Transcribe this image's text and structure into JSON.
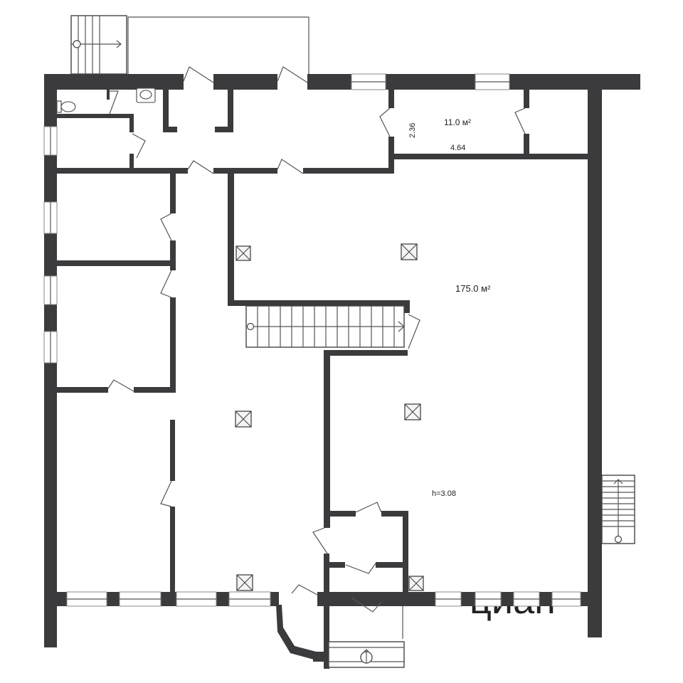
{
  "labels": {
    "small_area": "11.0 м²",
    "small_w": "4.64",
    "small_h": "2.36",
    "main_area": "175.0 м²",
    "height": "h=3.08"
  },
  "watermark": {
    "text": "циан"
  },
  "colors": {
    "wall": "#3b3b3e",
    "background": "#ffffff",
    "line": "#555555"
  }
}
